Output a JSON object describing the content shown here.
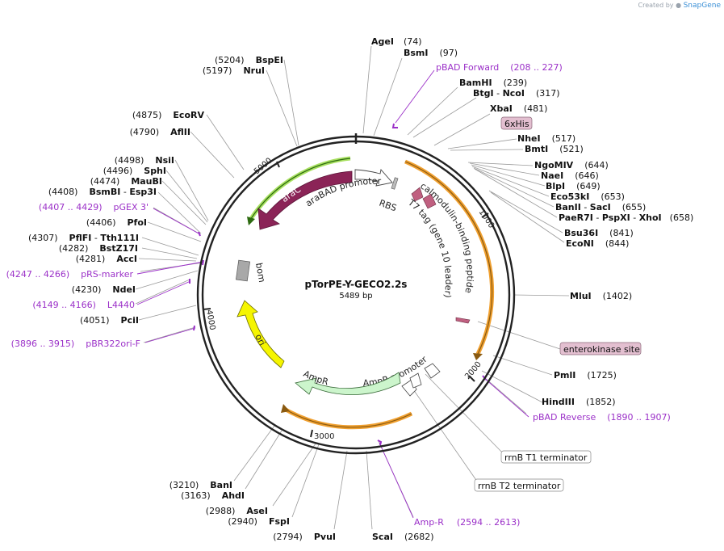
{
  "credit": {
    "prefix": "Created by",
    "brand": "SnapGene"
  },
  "plasmid": {
    "name": "pTorPE-Y-GECO2.2s",
    "size_label": "5489 bp",
    "length": 5489
  },
  "ruler": [
    {
      "bp": 1000,
      "label": "1000"
    },
    {
      "bp": 2000,
      "label": "2000"
    },
    {
      "bp": 3000,
      "label": "3000"
    },
    {
      "bp": 4000,
      "label": "4000"
    },
    {
      "bp": 5000,
      "label": "5000"
    }
  ],
  "sites": [
    {
      "name": "AgeI",
      "pos": "(74)",
      "bold": true
    },
    {
      "name": "BsmI",
      "pos": "(97)",
      "bold": true
    },
    {
      "name": "pBAD Forward",
      "pos": "(208 .. 227)",
      "primer": true
    },
    {
      "name": "BamHI",
      "pos": "(239)",
      "bold": true
    },
    {
      "name": "BtgI",
      "name2": "NcoI",
      "pos": "(317)",
      "bold": true
    },
    {
      "name": "XbaI",
      "pos": "(481)",
      "bold": true
    },
    {
      "name": "6xHis",
      "boxed": true
    },
    {
      "name": "NheI",
      "pos": "(517)",
      "bold": true
    },
    {
      "name": "BmtI",
      "pos": "(521)",
      "bold": true
    },
    {
      "name": "NgoMIV",
      "pos": "(644)",
      "bold": true
    },
    {
      "name": "NaeI",
      "pos": "(646)",
      "bold": true
    },
    {
      "name": "BlpI",
      "pos": "(649)",
      "bold": true
    },
    {
      "name": "Eco53kI",
      "pos": "(653)",
      "bold": true
    },
    {
      "name": "BanII",
      "name2": "SacI",
      "pos": "(655)",
      "bold": true
    },
    {
      "name": "PaeR7I",
      "name2": "PspXI",
      "name3": "XhoI",
      "pos": "(658)",
      "bold": true
    },
    {
      "name": "Bsu36I",
      "pos": "(841)",
      "bold": true
    },
    {
      "name": "EcoNI",
      "pos": "(844)",
      "bold": true
    },
    {
      "name": "MluI",
      "pos": "(1402)",
      "bold": true
    },
    {
      "name": "enterokinase site",
      "boxed": true
    },
    {
      "name": "PmlI",
      "pos": "(1725)",
      "bold": true
    },
    {
      "name": "HindIII",
      "pos": "(1852)",
      "bold": true
    },
    {
      "name": "pBAD Reverse",
      "pos": "(1890 .. 1907)",
      "primer": true
    },
    {
      "name": "rrnB T1 terminator",
      "box_white": true
    },
    {
      "name": "rrnB T2 terminator",
      "box_white": true
    },
    {
      "name": "Amp-R",
      "pos": "(2594 .. 2613)",
      "primer": true
    },
    {
      "name": "ScaI",
      "pos": "(2682)",
      "bold": true
    },
    {
      "name": "PvuI",
      "pos": "(2794)",
      "bold": true
    },
    {
      "name": "FspI",
      "pos": "(2940)",
      "bold": true
    },
    {
      "name": "AseI",
      "pos": "(2988)",
      "bold": true
    },
    {
      "name": "AhdI",
      "pos": "(3163)",
      "bold": true
    },
    {
      "name": "BanI",
      "pos": "(3210)",
      "bold": true
    },
    {
      "name": "pBR322ori-F",
      "pos": "(3896 .. 3915)",
      "primer": true
    },
    {
      "name": "PciI",
      "pos": "(4051)",
      "bold": true
    },
    {
      "name": "L4440",
      "pos": "(4149 .. 4166)",
      "primer": true
    },
    {
      "name": "NdeI",
      "pos": "(4230)",
      "bold": true
    },
    {
      "name": "pRS-marker",
      "pos": "(4247 .. 4266)",
      "primer": true
    },
    {
      "name": "AccI",
      "pos": "(4281)",
      "bold": true
    },
    {
      "name": "BstZ17I",
      "pos": "(4282)",
      "bold": true
    },
    {
      "name": "PflFI",
      "name2": "Tth111I",
      "pos": "(4307)",
      "bold": true
    },
    {
      "name": "PfoI",
      "pos": "(4406)",
      "bold": true
    },
    {
      "name": "pGEX 3'",
      "pos": "(4407 .. 4429)",
      "primer": true
    },
    {
      "name": "BsmBI",
      "name2": "Esp3I",
      "pos": "(4408)",
      "bold": true
    },
    {
      "name": "MauBI",
      "pos": "(4474)",
      "bold": true
    },
    {
      "name": "SphI",
      "pos": "(4496)",
      "bold": true
    },
    {
      "name": "NsiI",
      "pos": "(4498)",
      "bold": true
    },
    {
      "name": "AflII",
      "pos": "(4790)",
      "bold": true
    },
    {
      "name": "EcoRV",
      "pos": "(4875)",
      "bold": true
    },
    {
      "name": "NruI",
      "pos": "(5197)",
      "bold": true
    },
    {
      "name": "BspEI",
      "pos": "(5204)",
      "bold": true
    }
  ],
  "features": {
    "araC": "araC",
    "araBAD_promoter": "araBAD promoter",
    "RBS": "RBS",
    "T7_tag": "T7 tag (gene 10 leader)",
    "calmodulin": "calmodulin-binding peptide",
    "AmpR": "AmpR",
    "AmpR_promoter": "AmpR promoter",
    "ori": "ori",
    "bom": "bom"
  },
  "colors": {
    "primer": "#9b30c8",
    "araC": "#8b2457",
    "ori": "#f5f500",
    "AmpR": "#ccf5cc",
    "orf_orange": "#f0a030",
    "orf_green": "#a8e060",
    "label_box": "#e3bfd0"
  }
}
